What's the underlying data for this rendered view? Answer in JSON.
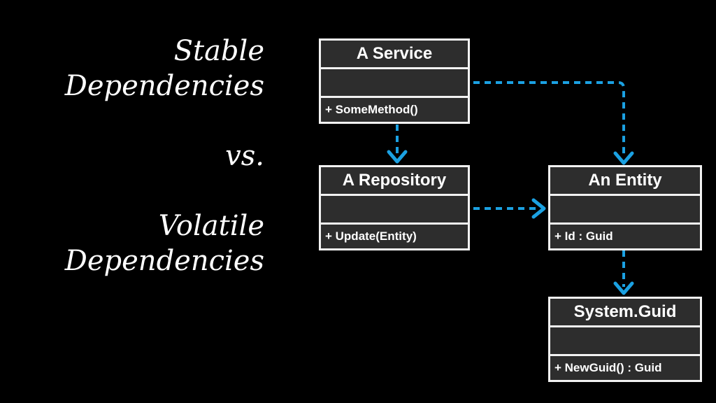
{
  "title": {
    "line1": "Stable",
    "line2": "Dependencies",
    "line3": "vs.",
    "line4": "Volatile",
    "line5": "Dependencies"
  },
  "classes": {
    "service": {
      "name": "A Service",
      "method": "+ SomeMethod()"
    },
    "repository": {
      "name": "A Repository",
      "method": "+ Update(Entity)"
    },
    "entity": {
      "name": "An Entity",
      "method": "+ Id : Guid"
    },
    "guid": {
      "name": "System.Guid",
      "method": "+ NewGuid() : Guid"
    }
  },
  "colors": {
    "arrow": "#1ba1e2",
    "box_border": "#f2f2f2",
    "box_fill": "#2d2d2d",
    "background": "#000000"
  }
}
